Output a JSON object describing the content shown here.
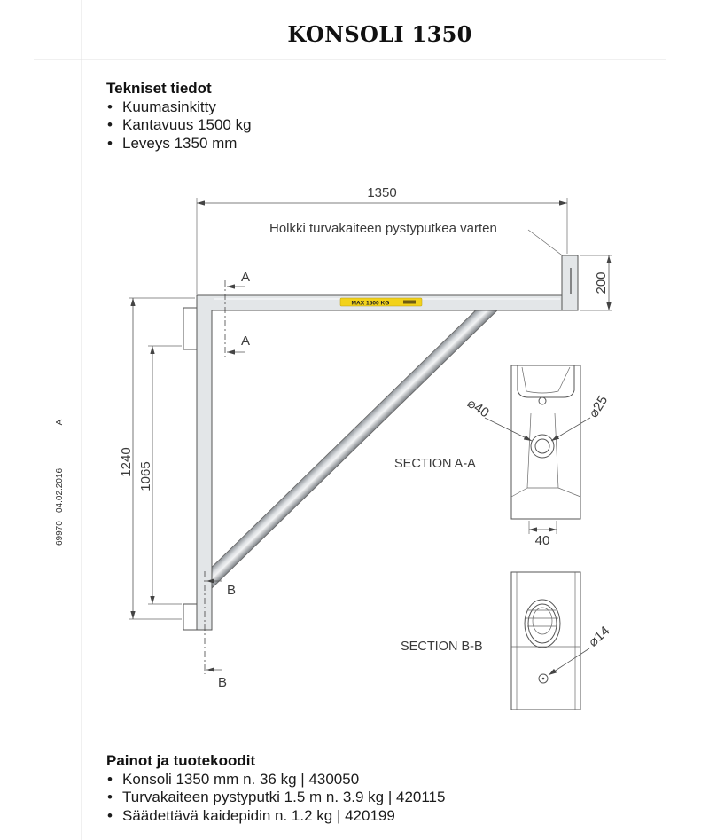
{
  "title": "KONSOLI 1350",
  "margin": {
    "doc_number": "69970",
    "date": "04.02.2016",
    "revision": "A"
  },
  "specs": {
    "heading": "Tekniset tiedot",
    "items": [
      "Kuumasinkitty",
      "Kantavuus 1500 kg",
      "Leveys 1350 mm"
    ]
  },
  "drawing": {
    "dim_width": "1350",
    "dim_sleeve": "200",
    "dim_total_height": "1240",
    "dim_plate_spacing": "1065",
    "sleeve_callout": "Holkki turvakaiteen pystyputkea varten",
    "load_label": "MAX 1500 KG",
    "cut_a": "A",
    "cut_b": "B",
    "section_a": {
      "title": "SECTION A-A",
      "outer_diameter": "⌀40",
      "inner_diameter": "⌀25",
      "width": "40"
    },
    "section_b": {
      "title": "SECTION B-B",
      "hole_diameter": "⌀14"
    }
  },
  "weights": {
    "heading": "Painot ja tuotekoodit",
    "items": [
      "Konsoli 1350 mm n. 36 kg | 430050",
      "Turvakaiteen pystyputki 1.5 m n. 3.9 kg | 420115",
      "Säädettävä kaidepidin n. 1.2 kg | 420199"
    ]
  },
  "colors": {
    "load_label_fill": "#f2d21a",
    "steel_fill": "#e3e6e8",
    "line": "#555555"
  }
}
